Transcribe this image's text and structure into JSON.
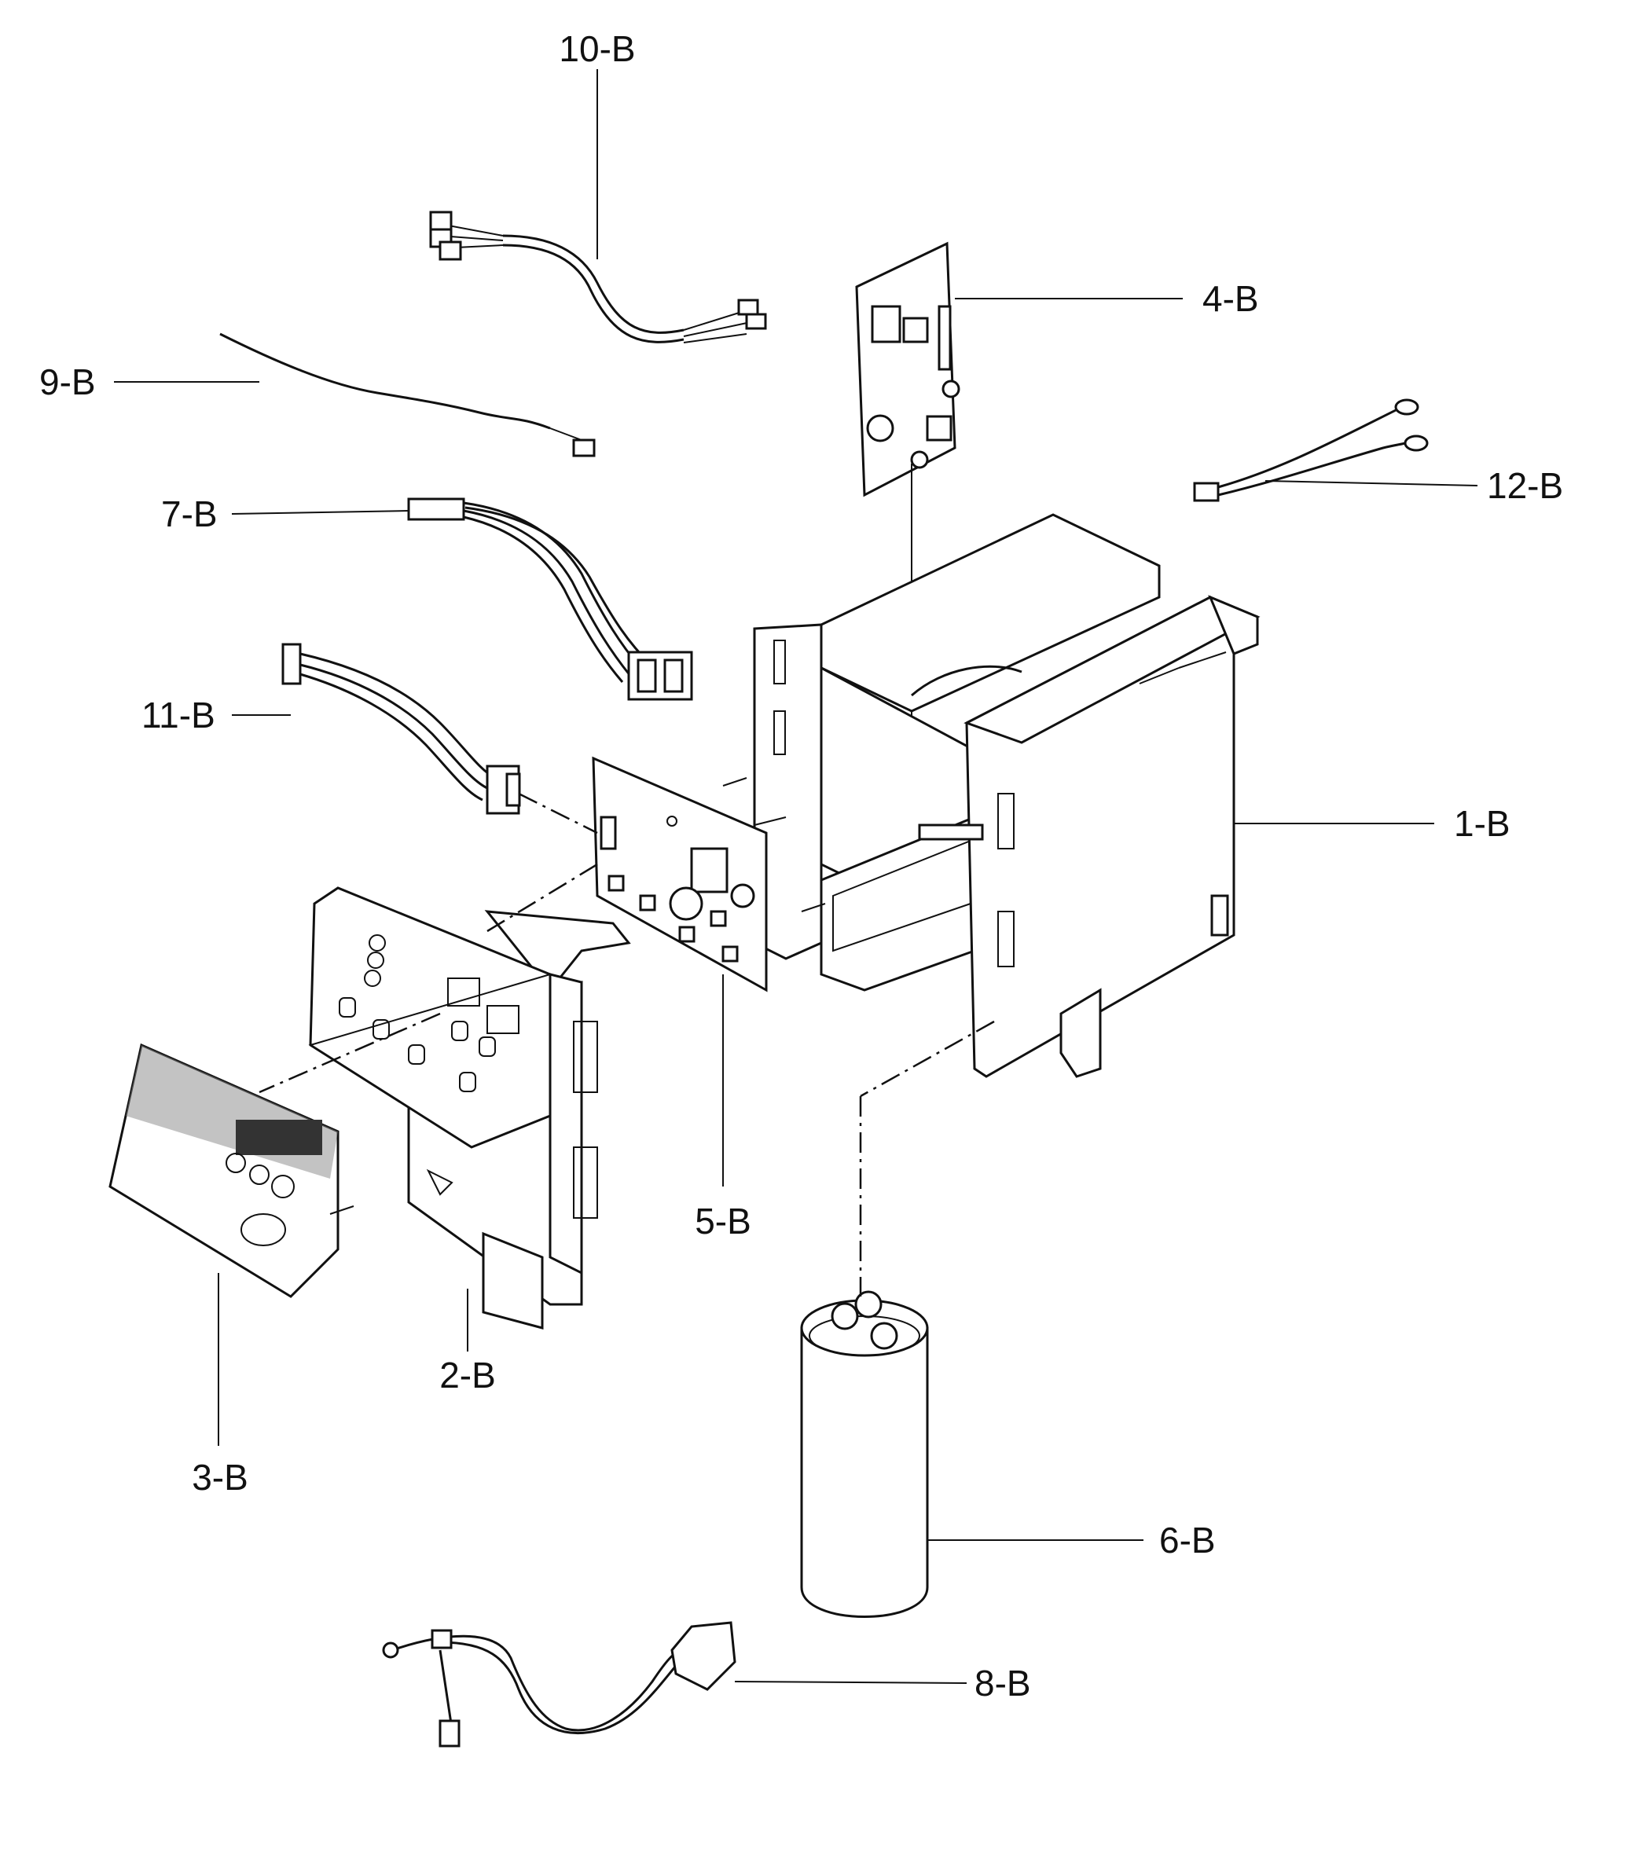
{
  "diagram": {
    "labels": {
      "p1": "1-B",
      "p2": "2-B",
      "p3": "3-B",
      "p4": "4-B",
      "p5": "5-B",
      "p6": "6-B",
      "p7": "7-B",
      "p8": "8-B",
      "p9": "9-B",
      "p10": "10-B",
      "p11": "11-B",
      "p12": "12-B"
    }
  }
}
